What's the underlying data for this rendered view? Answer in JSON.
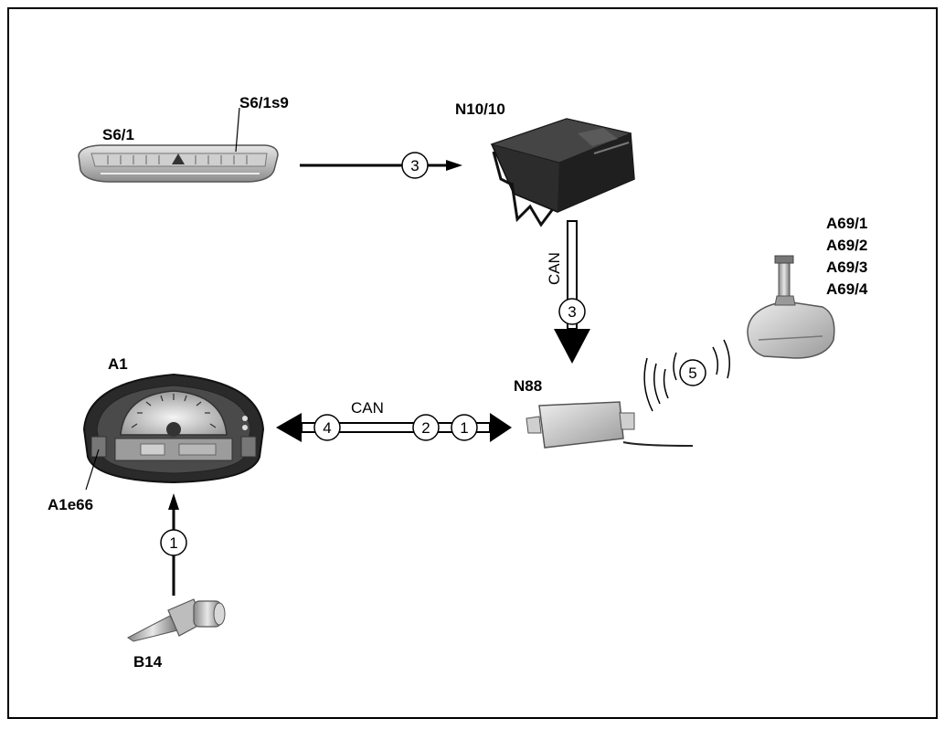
{
  "components": {
    "s6_1": "S6/1",
    "s6_1s9": "S6/1s9",
    "n10_10": "N10/10",
    "a69": [
      "A69/1",
      "A69/2",
      "A69/3",
      "A69/4"
    ],
    "a1": "A1",
    "n88": "N88",
    "a1e66": "A1e66",
    "b14": "B14"
  },
  "bus": {
    "can_vertical": "CAN",
    "can_horizontal": "CAN"
  },
  "steps": {
    "s6_to_n10": "3",
    "n10_to_n88": "3",
    "bus_left": "4",
    "bus_mid": "2",
    "bus_right": "1",
    "tire_signal": "5",
    "b14_to_a1": "1"
  }
}
